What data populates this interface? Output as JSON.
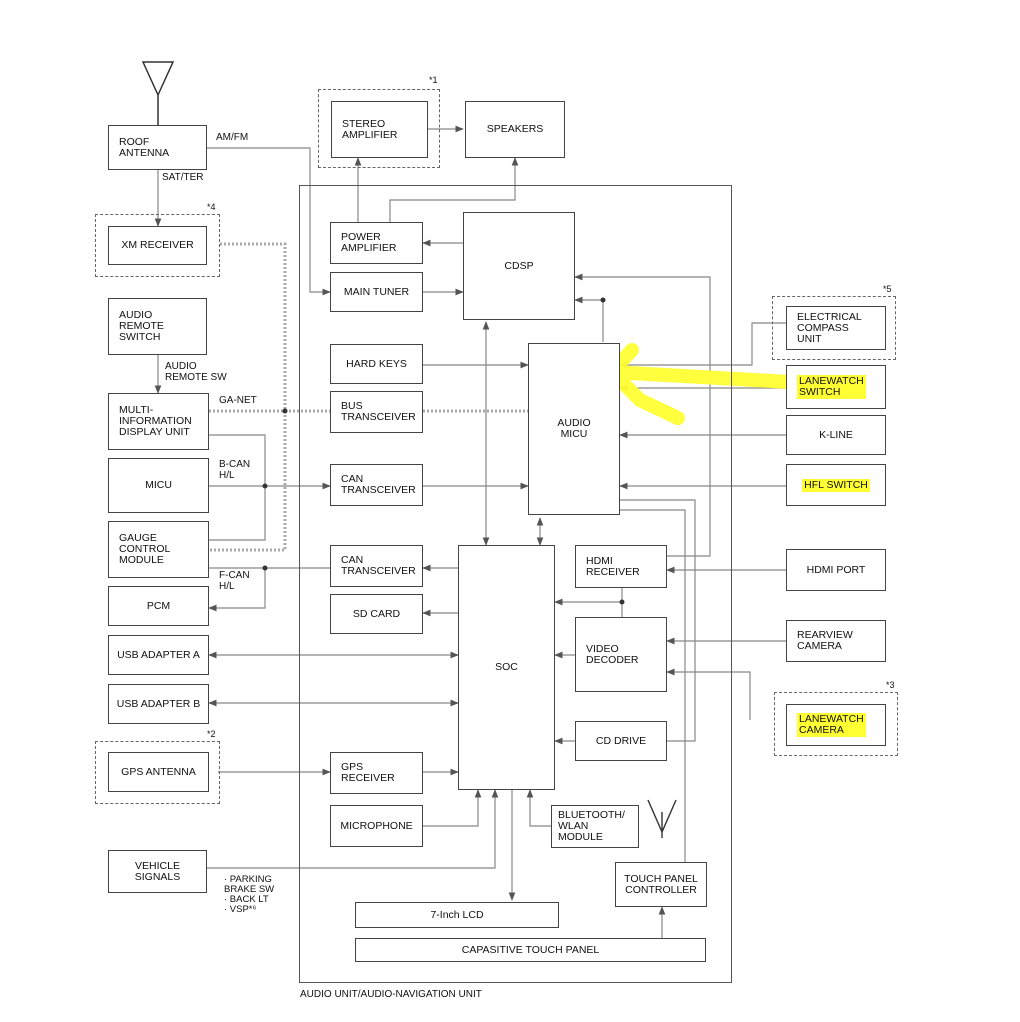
{
  "diagram": {
    "main_unit_label": "AUDIO UNIT/AUDIO-NAVIGATION UNIT",
    "blocks": {
      "roof_antenna": "ROOF\nANTENNA",
      "stereo_amplifier": "STEREO\nAMPLIFIER",
      "speakers": "SPEAKERS",
      "xm_receiver": "XM RECEIVER",
      "audio_remote_switch": "AUDIO\nREMOTE\nSWITCH",
      "mid_unit": "MULTI-\nINFORMATION\nDISPLAY UNIT",
      "micu": "MICU",
      "gauge_control_module": "GAUGE\nCONTROL\nMODULE",
      "pcm": "PCM",
      "usb_adapter_a": "USB ADAPTER A",
      "usb_adapter_b": "USB ADAPTER B",
      "gps_antenna": "GPS ANTENNA",
      "vehicle_signals": "VEHICLE\nSIGNALS",
      "power_amplifier": "POWER\nAMPLIFIER",
      "main_tuner": "MAIN TUNER",
      "cdsp": "CDSP",
      "hard_keys": "HARD KEYS",
      "bus_transceiver": "BUS\nTRANSCEIVER",
      "audio_micu": "AUDIO\nMICU",
      "can_transceiver_1": "CAN\nTRANSCEIVER",
      "can_transceiver_2": "CAN\nTRANSCEIVER",
      "sd_card": "SD CARD",
      "soc": "SOC",
      "hdmi_receiver": "HDMI\nRECEIVER",
      "video_decoder": "VIDEO\nDECODER",
      "cd_drive": "CD DRIVE",
      "gps_receiver": "GPS\nRECEIVER",
      "microphone": "MICROPHONE",
      "bluetooth_wlan": "BLUETOOTH/\nWLAN\nMODULE",
      "touch_panel_controller": "TOUCH PANEL\nCONTROLLER",
      "lcd": "7-Inch LCD",
      "capacitive_touch_panel": "CAPASITIVE TOUCH PANEL",
      "electrical_compass": "ELECTRICAL\nCOMPASS\nUNIT",
      "lanewatch_switch": "LANEWATCH\nSWITCH",
      "k_line": "K-LINE",
      "hfl_switch": "HFL SWITCH",
      "hdmi_port": "HDMI PORT",
      "rearview_camera": "REARVIEW\nCAMERA",
      "lanewatch_camera": "LANEWATCH\nCAMERA"
    },
    "labels": {
      "am_fm": "AM/FM",
      "sat_ter": "SAT/TER",
      "audio_remote_sw": "AUDIO\nREMOTE SW",
      "ga_net": "GA-NET",
      "b_can": "B-CAN\nH/L",
      "f_can": "F-CAN\nH/L",
      "vehicle_signal_list": "· PARKING\n BRAKE SW\n· BACK LT\n· VSP*⁶"
    },
    "notes": {
      "n1": "*1",
      "n2": "*2",
      "n3": "*3",
      "n4": "*4",
      "n5": "*5"
    },
    "highlight_color": "#ffff33"
  }
}
